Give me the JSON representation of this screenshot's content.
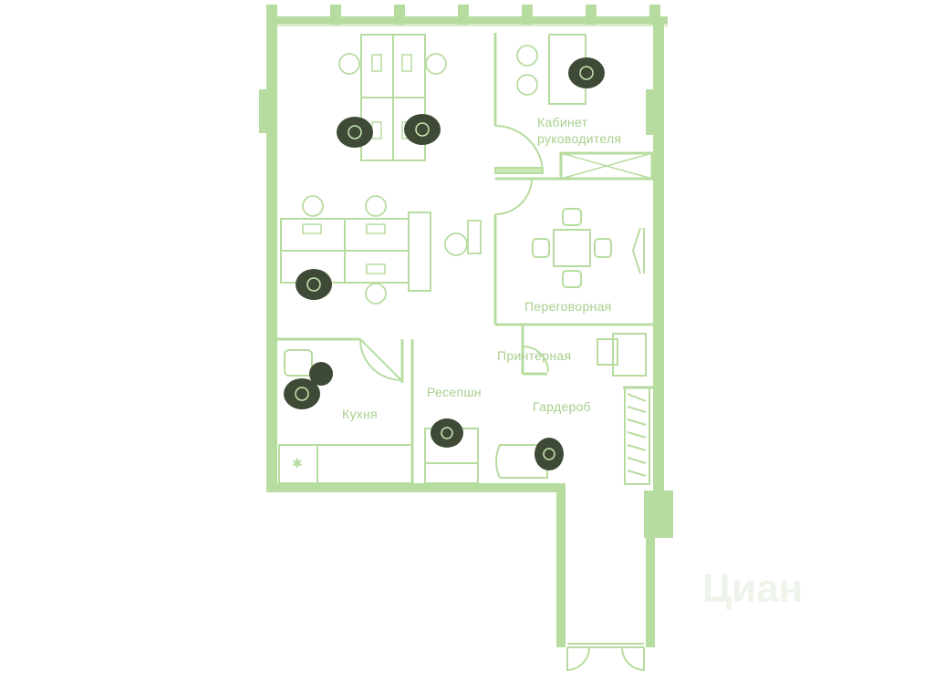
{
  "colors": {
    "wall": "#b7dc9f",
    "fill": "#c9e8b3",
    "line": "#b7dc9f",
    "person": "#3e4a35",
    "label": "#a8cf8e",
    "background": "#ffffff",
    "watermark": "#eef4ea"
  },
  "rooms": {
    "director": {
      "line1": "Кабинет",
      "line2": "руководителя"
    },
    "meeting": "Переговорная",
    "printer": "Принтерная",
    "kitchen": "Кухня",
    "reception": "Ресепшн",
    "wardrobe": "Гардероб"
  },
  "watermark": "Циан",
  "icons": {
    "person": "person-at-desk-icon",
    "chair": "office-chair-icon",
    "monitor": "monitor-icon",
    "door": "door-swing-icon",
    "window": "window-icon",
    "table": "table-icon",
    "printer": "printer-icon",
    "sink": "sink-icon",
    "hanger": "hanger-icon"
  }
}
